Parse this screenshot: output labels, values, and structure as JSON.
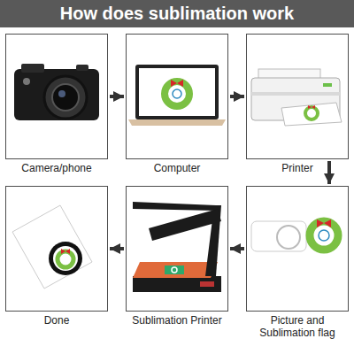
{
  "diagram": {
    "title": "How does sublimation work",
    "nodes": [
      {
        "text": [
          "Camera/phone"
        ]
      },
      {
        "text": [
          "Computer"
        ]
      },
      {
        "text": [
          "Printer"
        ]
      },
      {
        "text": [
          "Done"
        ]
      },
      {
        "text": [
          "Sublimation Printer"
        ]
      },
      {
        "text": [
          "Picture and Sublimation flag"
        ]
      }
    ],
    "edges": [
      {
        "from": 0,
        "to": 1,
        "arrow": "to"
      },
      {
        "from": 1,
        "to": 2,
        "arrow": "to"
      },
      {
        "from": 2,
        "to": 5,
        "arrow": "to"
      },
      {
        "from": 5,
        "to": 4,
        "arrow": "to"
      },
      {
        "from": 4,
        "to": 3,
        "arrow": "to"
      }
    ]
  }
}
